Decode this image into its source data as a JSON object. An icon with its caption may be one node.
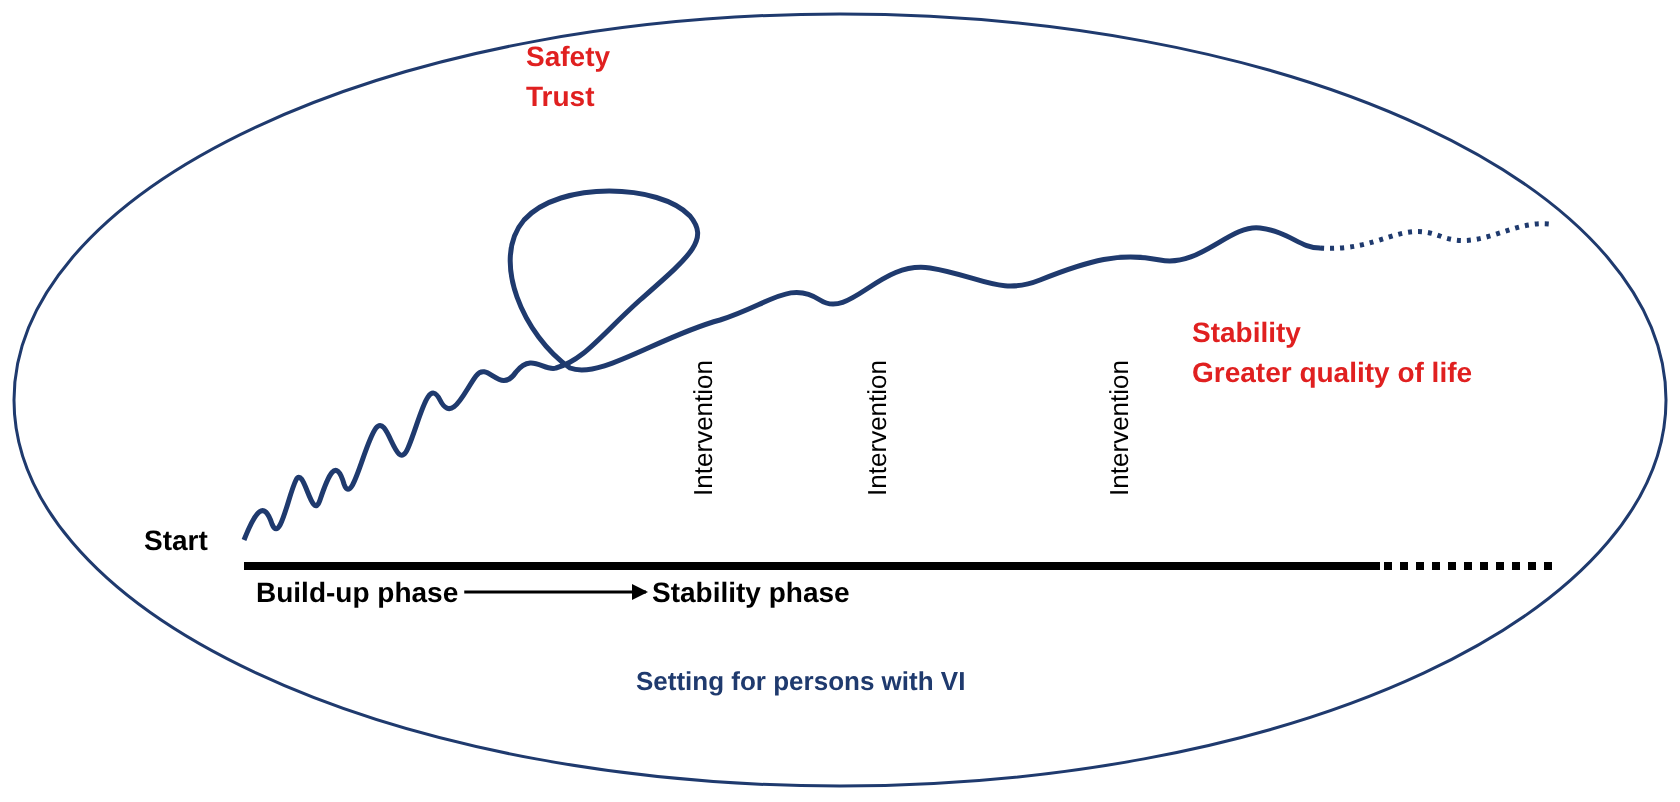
{
  "diagram": {
    "nodes": [
      {
        "text": [
          "Setting for persons with VI"
        ]
      },
      {
        "text": [
          "Build-up phase"
        ],
        "in": 0
      },
      {
        "text": [
          "Stability phase"
        ],
        "in": 0
      }
    ],
    "edges": [
      {
        "from": 1,
        "to": 2,
        "arrow": "to"
      }
    ],
    "labels": [
      "Safety",
      "Trust",
      "Start",
      "Intervention",
      "Intervention",
      "Intervention",
      "Stability",
      "Greater quality of life"
    ]
  }
}
